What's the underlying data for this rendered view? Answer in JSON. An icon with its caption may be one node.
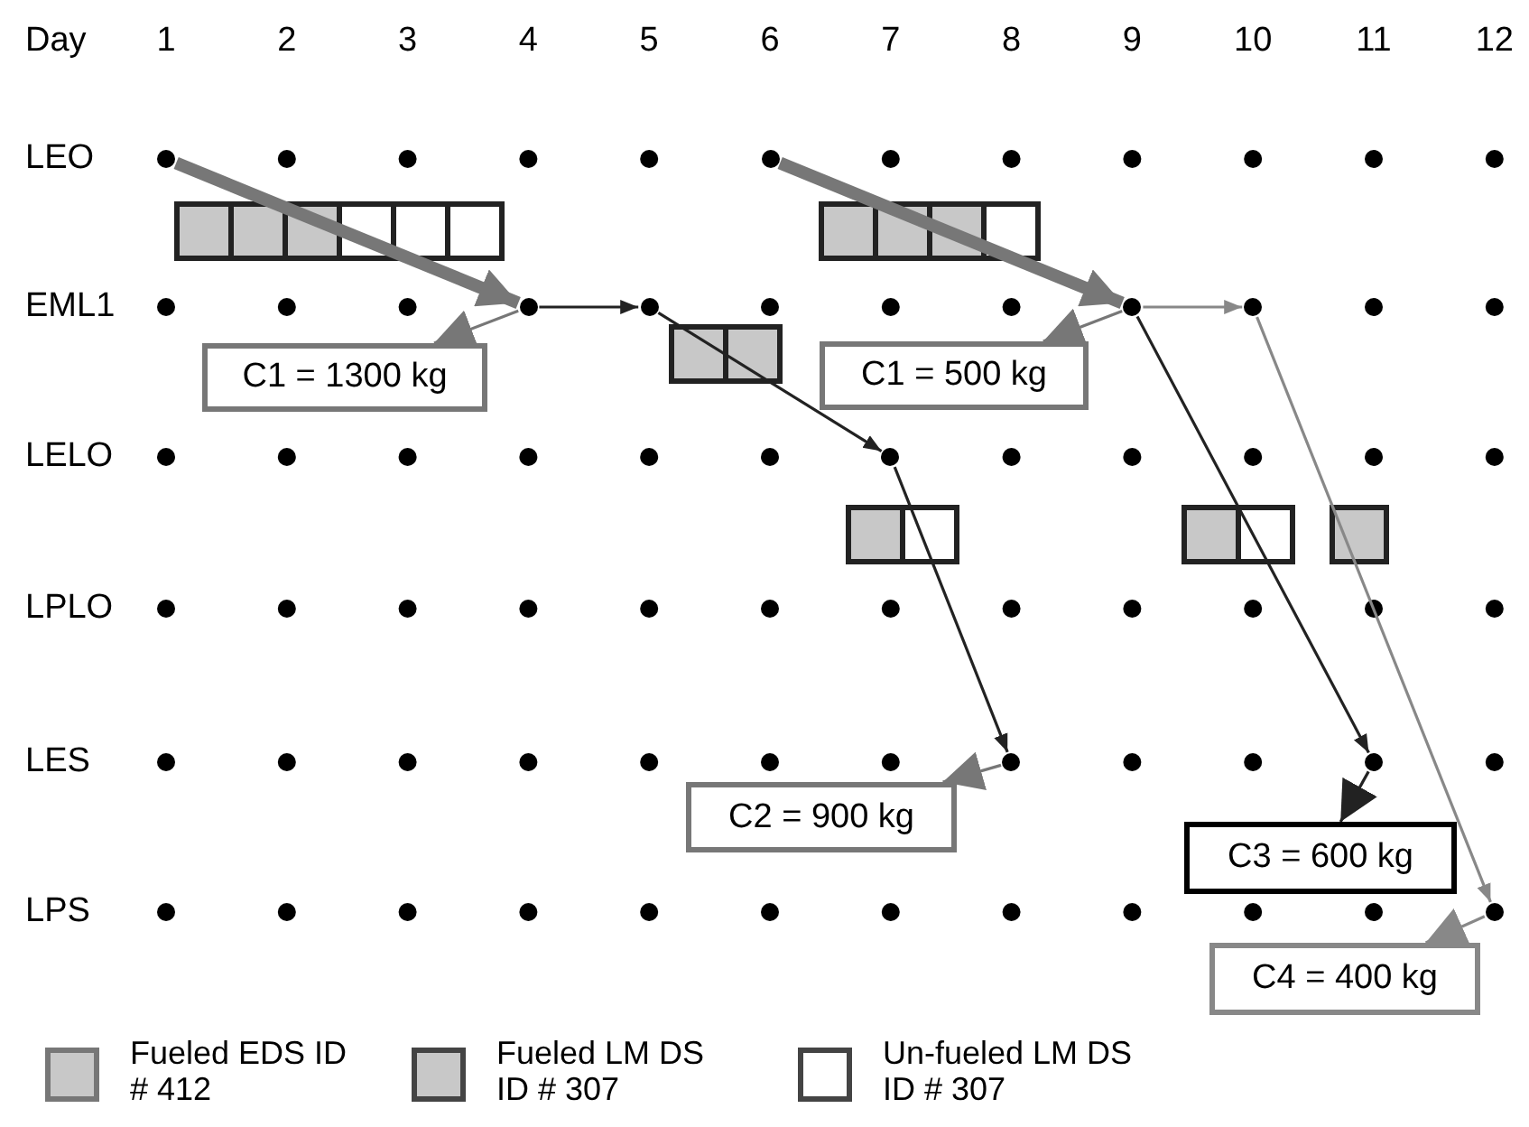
{
  "diagram": {
    "nodes": [
      {
        "text": [],
        "shape": "circle"
      },
      {
        "text": [],
        "shape": "circle"
      },
      {
        "text": [],
        "shape": "circle"
      },
      {
        "text": [],
        "shape": "circle"
      },
      {
        "text": [],
        "shape": "circle"
      },
      {
        "text": [],
        "shape": "circle"
      },
      {
        "text": [],
        "shape": "circle"
      },
      {
        "text": [],
        "shape": "circle"
      },
      {
        "text": [],
        "shape": "circle"
      },
      {
        "text": [],
        "shape": "circle"
      },
      {
        "text": [
          "C1 = 1300 kg"
        ]
      },
      {
        "text": [
          "C1 = 500 kg"
        ]
      },
      {
        "text": [
          "C2 = 900 kg"
        ]
      },
      {
        "text": [
          "C3 = 600 kg"
        ]
      },
      {
        "text": [
          "C4 = 400 kg"
        ]
      }
    ],
    "edges": [
      {
        "from": 0,
        "to": 1,
        "arrow": "to",
        "style": "thick",
        "color": "#777777"
      },
      {
        "from": 1,
        "to": 2,
        "arrow": "to"
      },
      {
        "from": 2,
        "to": 3,
        "arrow": "to"
      },
      {
        "from": 3,
        "to": 4,
        "arrow": "to"
      },
      {
        "from": 5,
        "to": 6,
        "arrow": "to",
        "style": "thick",
        "color": "#777777"
      },
      {
        "from": 6,
        "to": 8,
        "arrow": "to"
      },
      {
        "from": 6,
        "to": 7,
        "arrow": "to",
        "color": "#888888"
      },
      {
        "from": 7,
        "to": 9,
        "arrow": "to",
        "color": "#888888"
      },
      {
        "from": 1,
        "to": 10,
        "arrow": "to",
        "color": "#777777"
      },
      {
        "from": 6,
        "to": 11,
        "arrow": "to",
        "color": "#777777"
      },
      {
        "from": 4,
        "to": 12,
        "arrow": "to",
        "color": "#777777"
      },
      {
        "from": 8,
        "to": 13,
        "arrow": "to"
      },
      {
        "from": 9,
        "to": 14,
        "arrow": "to",
        "color": "#888888"
      }
    ],
    "labels": [
      "Day",
      "1",
      "2",
      "3",
      "4",
      "5",
      "6",
      "7",
      "8",
      "9",
      "10",
      "11",
      "12",
      "LEO",
      "EML1",
      "LELO",
      "LPLO",
      "LES",
      "LPS"
    ],
    "legend": [
      {
        "text": "Fueled EDS ID # 412",
        "color": "#c8c8c8"
      },
      {
        "text": "Fueled LM DS ID # 307",
        "color": "#c8c8c8"
      },
      {
        "text": "Un-fueled LM DS ID # 307",
        "color": "#ffffff"
      }
    ]
  }
}
